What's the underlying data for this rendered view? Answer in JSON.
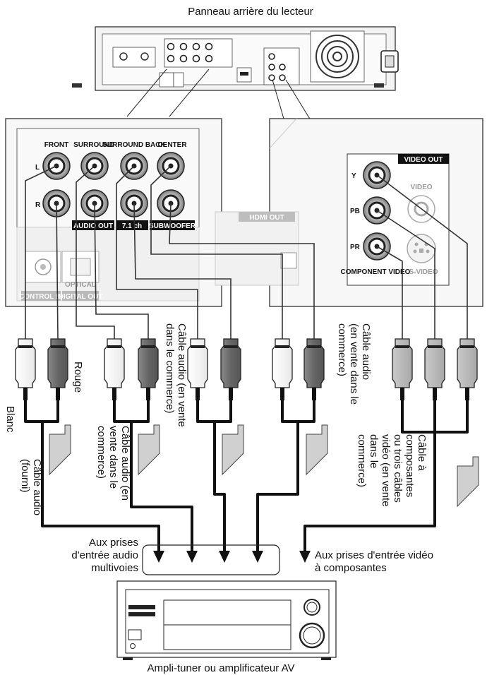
{
  "title": "Panneau arrière du lecteur",
  "player_panel": {
    "audio_jacks": {
      "front": "FRONT",
      "surround": "SURROUND",
      "surround_back": "SURROUND BACK",
      "center": "CENTER",
      "left": "L",
      "right": "R",
      "audio_out": "AUDIO OUT",
      "channels": "7.1 ch",
      "subwoofer": "SUBWOOFER",
      "control_in": "CONTROL IN",
      "optical": "OPTICAL",
      "digital_out": "DIGITAL OUT"
    },
    "video_jacks": {
      "video_out": "VIDEO OUT",
      "y": "Y",
      "pb": "PB",
      "pr": "PR",
      "component_video": "COMPONENT VIDEO",
      "video": "VIDEO",
      "s_video": "S-VIDEO",
      "hdmi_out": "HDMI OUT"
    }
  },
  "labels": {
    "rouge": "Rouge",
    "blanc": "Blanc",
    "cable_fourni": [
      "Câble audio",
      "(fourni)"
    ],
    "cable_commerce_1": [
      "Câble audio (en",
      "vente dans le",
      "commerce)"
    ],
    "cable_commerce_2": [
      "Câble audio (en vente",
      "dans le commerce)"
    ],
    "cable_commerce_3": [
      "Câble audio",
      "(en vente dans le",
      "commerce)"
    ],
    "cable_component": [
      "Câble à",
      "composantes",
      "ou trois câbles",
      "vidéo (en vente",
      "dans le",
      "commerce)"
    ],
    "to_audio": [
      "Aux prises",
      "d'entrée audio",
      "multivoies"
    ],
    "to_video": [
      "Aux prises d'entrée vidéo",
      "à composantes"
    ],
    "receiver": "Ampli-tuner ou amplificateur AV"
  }
}
